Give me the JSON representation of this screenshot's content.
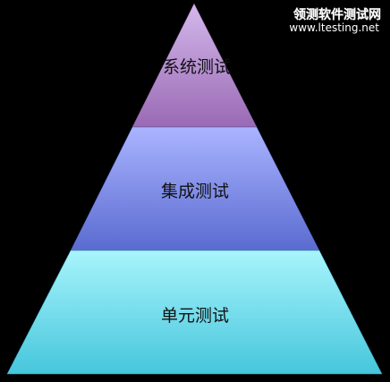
{
  "pyramid": {
    "tiers": [
      {
        "label": "系统测试",
        "gradient_top": "#d4b8ec",
        "gradient_bottom": "#9a6ab4"
      },
      {
        "label": "集成测试",
        "gradient_top": "#aab4ff",
        "gradient_bottom": "#5a6bd0"
      },
      {
        "label": "单元测试",
        "gradient_top": "#a8f4fc",
        "gradient_bottom": "#46c6dc"
      }
    ]
  },
  "watermark": {
    "title": "领测软件测试网",
    "url": "www.ltesting.net"
  },
  "background_color": "#000000"
}
